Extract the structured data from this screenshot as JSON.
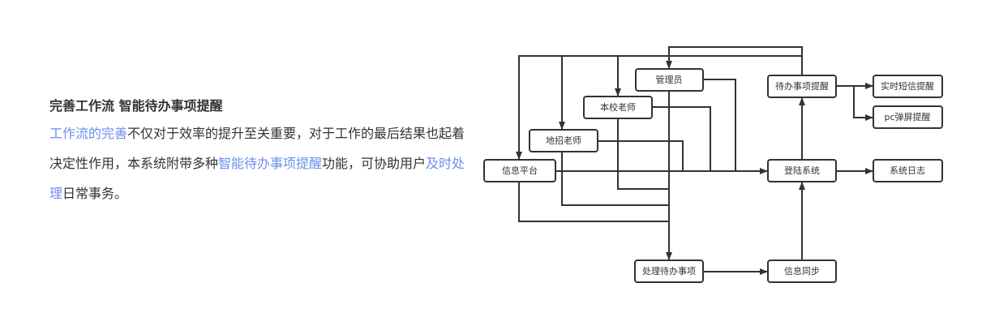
{
  "section": {
    "title": "完善工作流 智能待办事项提醒",
    "p": [
      {
        "t": "工作流的完善",
        "hl": true
      },
      {
        "t": "不仅对于效率的提升至关重要，对于工作的最后结果也起着决定性作用，本系统附带多种",
        "hl": false
      },
      {
        "t": "智能待办事项提醒",
        "hl": true
      },
      {
        "t": "功能，可协助用户",
        "hl": false
      },
      {
        "t": "及时处理",
        "hl": true
      },
      {
        "t": "日常事务。",
        "hl": false
      }
    ]
  },
  "diagram": {
    "nodes": {
      "info_platform": "信息平台",
      "local_teacher": "地招老师",
      "school_teacher": "本校老师",
      "admin": "管理员",
      "todo_reminder": "待办事项提醒",
      "sms_reminder": "实时短信提醒",
      "pc_popup": "pc弹屏提醒",
      "login": "登陆系统",
      "syslog": "系统日志",
      "handle_todo": "处理待办事项",
      "info_sync": "信息同步"
    }
  },
  "colors": {
    "accent": "#6b8ff0",
    "text": "#333333"
  }
}
